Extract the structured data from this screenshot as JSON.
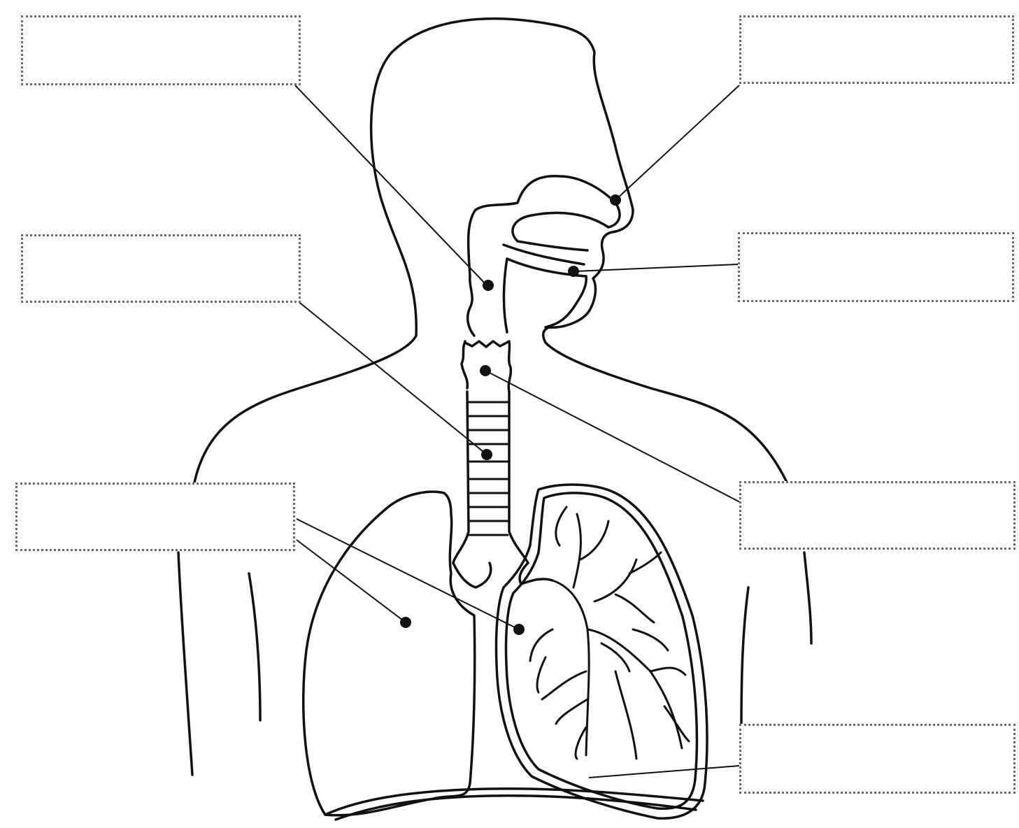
{
  "diagram": {
    "subject": "human-respiratory-system",
    "labels": [
      {
        "id": "top-left",
        "text": ""
      },
      {
        "id": "mid-left",
        "text": ""
      },
      {
        "id": "lower-left",
        "text": ""
      },
      {
        "id": "top-right",
        "text": ""
      },
      {
        "id": "mid-right",
        "text": ""
      },
      {
        "id": "lower-right",
        "text": ""
      },
      {
        "id": "bottom-right",
        "text": ""
      }
    ]
  }
}
